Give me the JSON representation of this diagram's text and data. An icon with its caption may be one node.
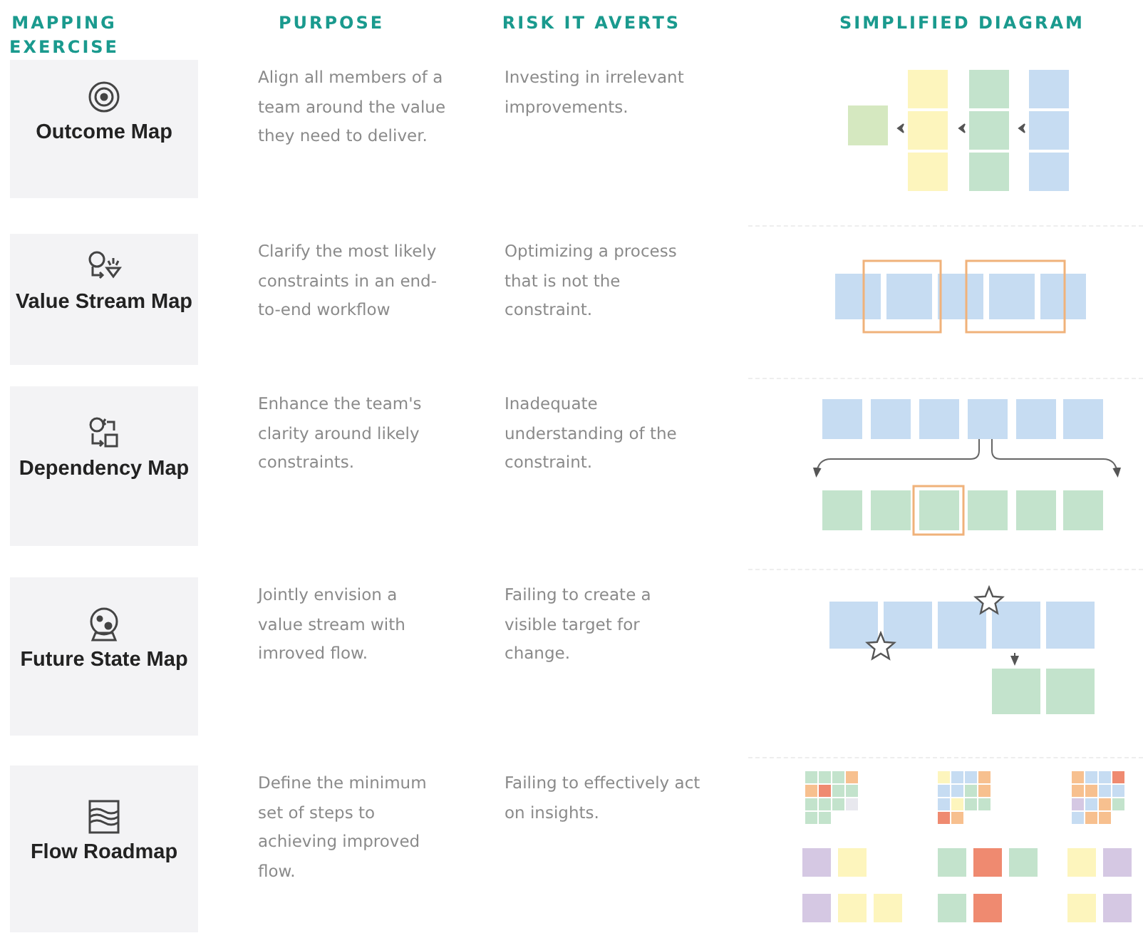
{
  "diagram": {
    "nodes": [
      {
        "text": [
          "Outcome Map"
        ]
      },
      {
        "text": [
          "Value Stream Map"
        ]
      },
      {
        "text": [
          "Dependency Map"
        ]
      },
      {
        "text": [
          "Future State Map"
        ]
      },
      {
        "text": [
          "Flow Roadmap"
        ]
      }
    ],
    "labels": [
      "MAPPING EXERCISE",
      "PURPOSE",
      "RISK IT AVERTS",
      "SIMPLIFIED DIAGRAM",
      "Align all members of a team around the value they need to deliver.",
      "Investing in irrelevant improvements.",
      "Clarify the most likely constraints in an end-to-end workflow",
      "Optimizing a process that is not the constraint.",
      "Enhance the team's clarity around likely constraints.",
      "Inadequate understanding of the constraint.",
      "Jointly envision a value stream with imroved flow.",
      "Failing to create a visible target for change.",
      "Define the minimum set of steps to achieving improved flow.",
      "Failing to effectively act on insights."
    ]
  }
}
